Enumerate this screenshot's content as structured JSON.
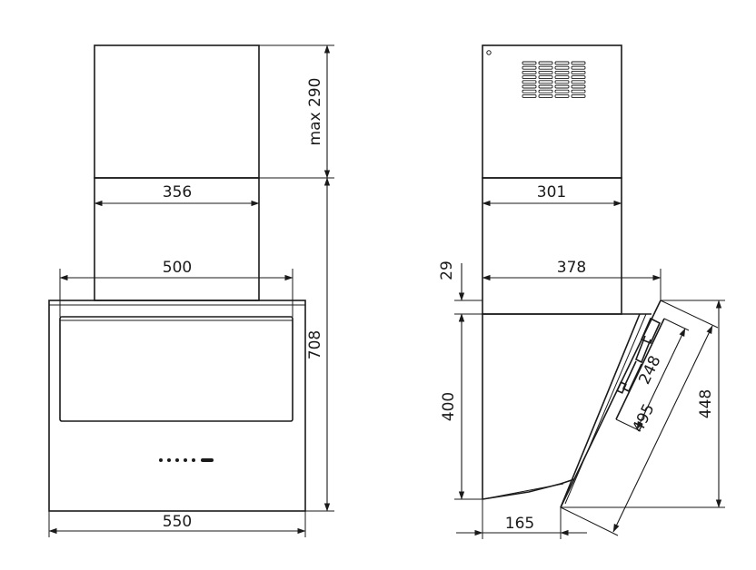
{
  "front_view": {
    "chimney_height": "max 290",
    "chimney_width": "356",
    "body_width": "500",
    "total_width": "550",
    "total_height": "708"
  },
  "side_view": {
    "chimney_depth": "301",
    "body_depth": "378",
    "top_gap": "29",
    "body_height": "400",
    "base_depth": "165",
    "glass_inner": "248",
    "glass_length": "495",
    "total_height": "448"
  },
  "colors": {
    "line": "#1a1a1a",
    "background": "#ffffff"
  }
}
